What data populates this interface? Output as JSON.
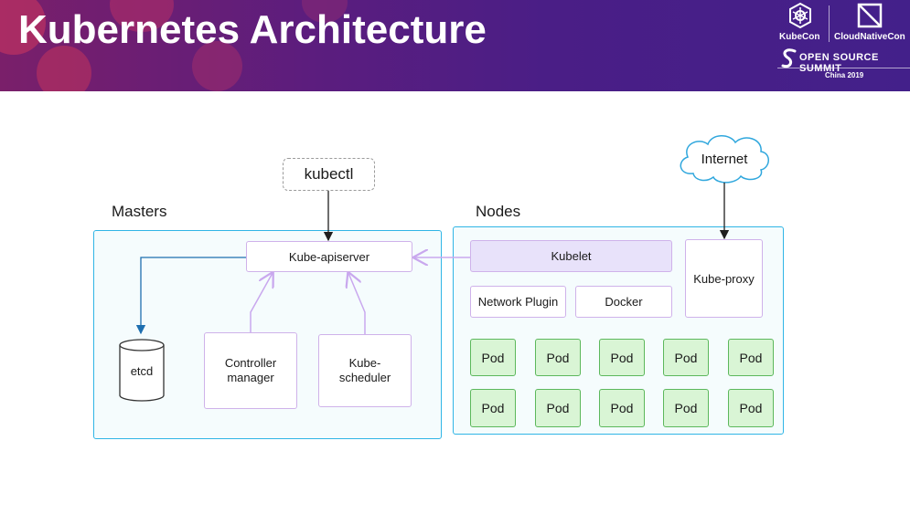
{
  "header": {
    "title": "Kubernetes Architecture",
    "logos": {
      "kubecon": "KubeCon",
      "cloudnativecon": "CloudNativeCon",
      "summit": "OPEN SOURCE SUMMIT",
      "edition": "China 2019"
    }
  },
  "diagram": {
    "kubectl": "kubectl",
    "internet": "Internet",
    "masters": {
      "label": "Masters",
      "apiserver": "Kube-apiserver",
      "etcd": "etcd",
      "controller_manager": [
        "Controller",
        "manager"
      ],
      "scheduler": [
        "Kube-",
        "scheduler"
      ]
    },
    "nodes": {
      "label": "Nodes",
      "kubelet": "Kubelet",
      "kube_proxy": "Kube-proxy",
      "network_plugin": "Network Plugin",
      "docker": "Docker",
      "pods": [
        "Pod",
        "Pod",
        "Pod",
        "Pod",
        "Pod",
        "Pod",
        "Pod",
        "Pod",
        "Pod",
        "Pod"
      ]
    }
  },
  "colors": {
    "group_border": "#30b5e6",
    "component_border": "#cfb2ea",
    "kubelet_fill": "#e8e2fa",
    "pod_border": "#5cb85c",
    "pod_fill": "#d9f5d5",
    "arrow_dark": "#1f1f1f",
    "arrow_blue": "#1e6fb0",
    "arrow_purple": "#c9a8ee"
  }
}
